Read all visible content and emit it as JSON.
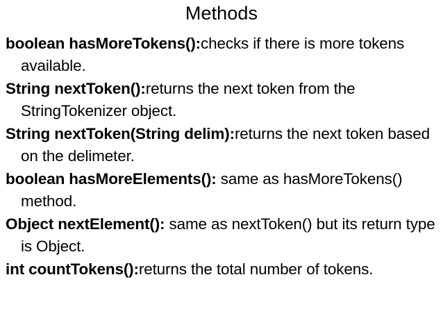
{
  "slide": {
    "title": "Methods",
    "background_color": "#ffffff",
    "text_color": "#000000",
    "methods": [
      {
        "signature": "boolean hasMoreTokens():",
        "description": "checks if there is more tokens available."
      },
      {
        "signature": "String nextToken():",
        "description": "returns the next token from the StringTokenizer object."
      },
      {
        "signature": "String nextToken(String delim):",
        "description": "returns the next token based on the delimeter."
      },
      {
        "signature": "boolean hasMoreElements():",
        "description": " same as hasMoreTokens() method."
      },
      {
        "signature": "Object nextElement():",
        "description": " same as nextToken() but its return type is Object."
      },
      {
        "signature": "int countTokens():",
        "description": "returns the total number of tokens."
      }
    ]
  }
}
